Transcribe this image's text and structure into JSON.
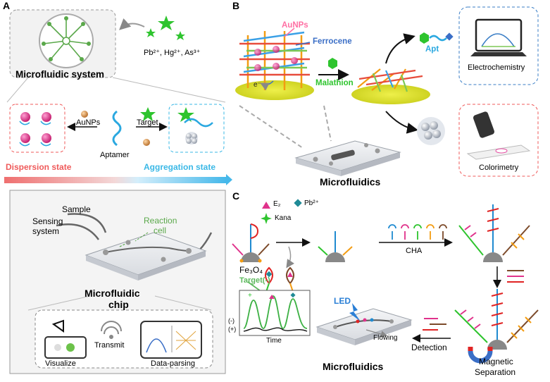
{
  "panelA": {
    "letter": "A",
    "ions": "Pb²⁺, Hg²⁺, As³⁺",
    "microfluidic_system": "Microfluidic system",
    "aunps": "AuNPs",
    "target": "Target",
    "aptamer": "Aptamer",
    "dispersion_state": "Dispersion state",
    "aggregation_state": "Aggregation state",
    "sample": "Sample",
    "sensing_system_1": "Sensing",
    "sensing_system_2": "system",
    "reaction_cell_1": "Reaction",
    "reaction_cell_2": "cell",
    "chip_1": "Microfluidic",
    "chip_2": "chip",
    "transmit": "Transmit",
    "visualize": "Visualize",
    "data_parsing": "Data-parsing"
  },
  "panelB": {
    "letter": "B",
    "aunps": "AuNPs",
    "ferrocene": "Ferrocene",
    "malathion": "Malathion",
    "apt": "Apt",
    "electron": "e⁻",
    "electrochemistry": "Electrochemistry",
    "colorimetry": "Colorimetry",
    "microfluidics": "Microfluidics"
  },
  "panelC": {
    "letter": "C",
    "e2": "E₂",
    "pb": "Pb²⁺",
    "kana": "Kana",
    "fe3o4": "Fe₃O₄",
    "cha": "CHA",
    "target_neg": "Target(-)",
    "led": "LED",
    "flowing": "Flowing",
    "time": "Time",
    "minus": "(-)",
    "plus": "(+)",
    "detection": "Detection",
    "magnetic_1": "Magnetic",
    "magnetic_2": "Separation",
    "microfluidics": "Microfluidics"
  },
  "colors": {
    "dispersion": "#ef5a5a",
    "aggregation": "#3ab8e6",
    "green": "#3cb043",
    "ferrocene": "#3a6ec6",
    "aunps_pink": "#ff6fa3"
  }
}
